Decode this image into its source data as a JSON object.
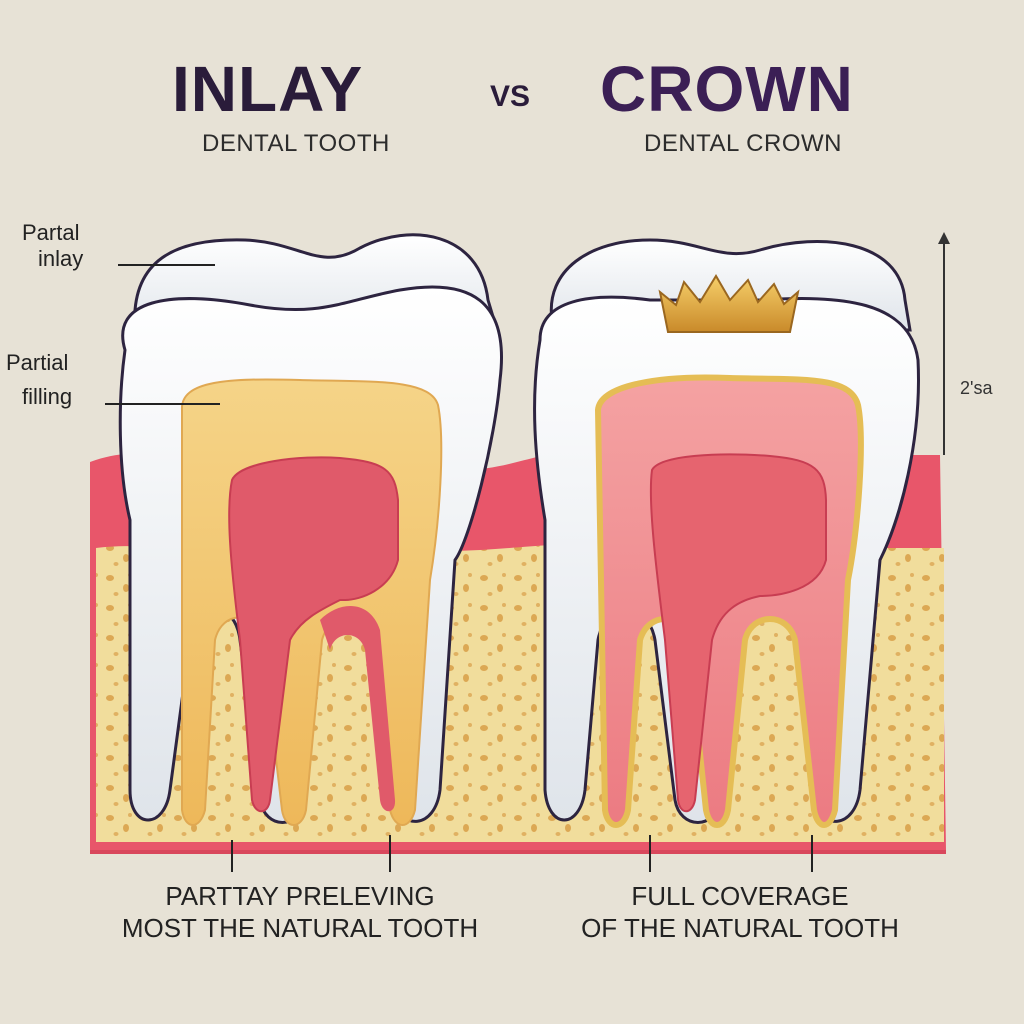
{
  "titles": {
    "left": "INLAY",
    "vs": "VS",
    "right": "CROWN",
    "left_sub": "DENTAL TOOTH",
    "right_sub": "DENTAL CROWN"
  },
  "labels": {
    "partial_inlay_1": "Partal",
    "partial_inlay_2": "inlay",
    "partial_filling_1": "Partial",
    "partial_filling_2": "filling",
    "measure": "2'sa"
  },
  "captions": {
    "left_1": "PARTTAY PRELEVING",
    "left_2": "MOST THE NATURAL TOOTH",
    "right_1": "FULL COVERAGE",
    "right_2": "OF THE NATURAL TOOTH"
  },
  "colors": {
    "background": "#e7e2d6",
    "enamel": "#f3f4f6",
    "dentin_inlay": "#f2c870",
    "pulp": "#e05a6a",
    "gum": "#e8566a",
    "bone": "#f1dd9c",
    "crown_gold": "#e0a53a"
  }
}
